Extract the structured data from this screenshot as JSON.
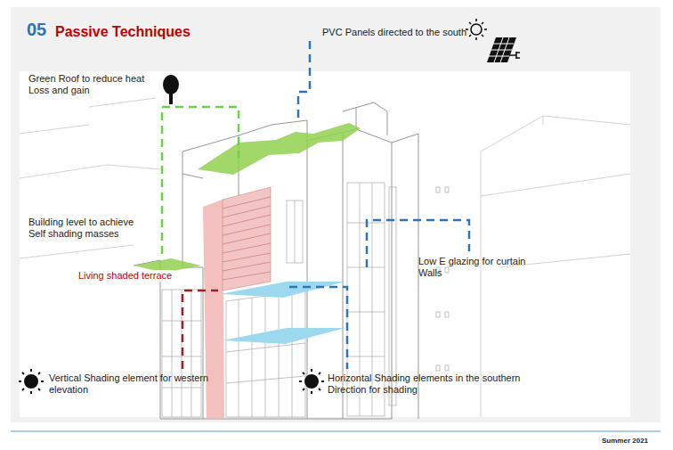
{
  "diagram": {
    "title": "Passive Techniques",
    "labels": [
      "05",
      "PVC Panels directed to the south",
      "Green Roof to reduce heat Loss and gain",
      "Building level to achieve Self shading masses",
      "Living shaded terrace",
      "Low E glazing for curtain Walls",
      "Vertical Shading element for western elevation",
      "Horizontal Shading elements in the southern Direction for shading",
      "Summer 2021"
    ]
  }
}
